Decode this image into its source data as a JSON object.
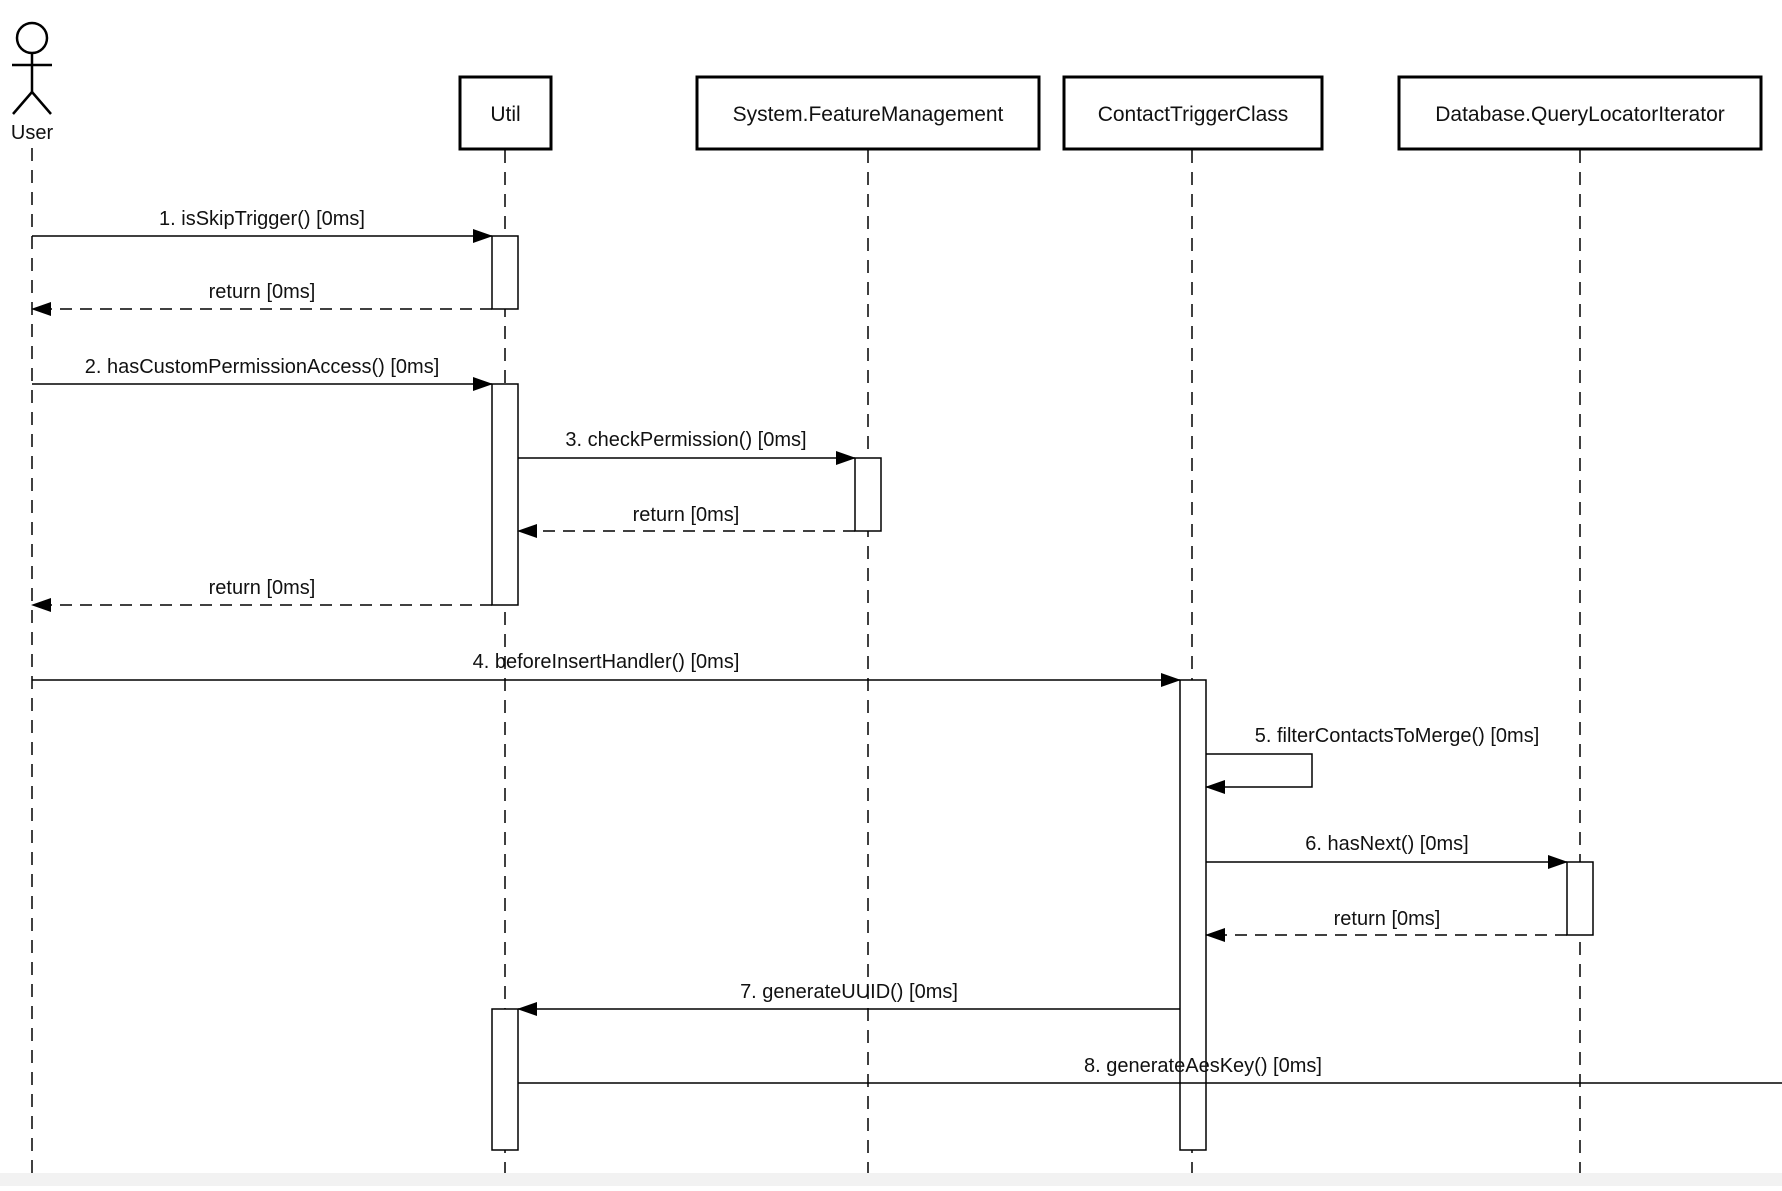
{
  "actor": {
    "label": "User"
  },
  "participants": [
    {
      "id": "util",
      "label": "Util"
    },
    {
      "id": "fm",
      "label": "System.FeatureManagement"
    },
    {
      "id": "ctc",
      "label": "ContactTriggerClass"
    },
    {
      "id": "dbq",
      "label": "Database.QueryLocatorIterator"
    }
  ],
  "messages": [
    {
      "id": "m1",
      "label": "1. isSkipTrigger() [0ms]",
      "from": "user",
      "to": "util",
      "kind": "call"
    },
    {
      "id": "r1",
      "label": "return [0ms]",
      "from": "util",
      "to": "user",
      "kind": "return"
    },
    {
      "id": "m2",
      "label": "2. hasCustomPermissionAccess() [0ms]",
      "from": "user",
      "to": "util",
      "kind": "call"
    },
    {
      "id": "m3",
      "label": "3. checkPermission() [0ms]",
      "from": "util",
      "to": "fm",
      "kind": "call"
    },
    {
      "id": "r3",
      "label": "return [0ms]",
      "from": "fm",
      "to": "util",
      "kind": "return"
    },
    {
      "id": "r2",
      "label": "return [0ms]",
      "from": "util",
      "to": "user",
      "kind": "return"
    },
    {
      "id": "m4",
      "label": "4. beforeInsertHandler() [0ms]",
      "from": "user",
      "to": "ctc",
      "kind": "call"
    },
    {
      "id": "m5",
      "label": "5. filterContactsToMerge() [0ms]",
      "from": "ctc",
      "to": "ctc",
      "kind": "self"
    },
    {
      "id": "m6",
      "label": "6. hasNext() [0ms]",
      "from": "ctc",
      "to": "dbq",
      "kind": "call"
    },
    {
      "id": "r6",
      "label": "return [0ms]",
      "from": "dbq",
      "to": "ctc",
      "kind": "return"
    },
    {
      "id": "m7",
      "label": "7. generateUUID() [0ms]",
      "from": "ctc",
      "to": "util",
      "kind": "call"
    },
    {
      "id": "m8",
      "label": "8. generateAesKey() [0ms]",
      "from": "util",
      "to": "offscreen",
      "kind": "call"
    }
  ]
}
